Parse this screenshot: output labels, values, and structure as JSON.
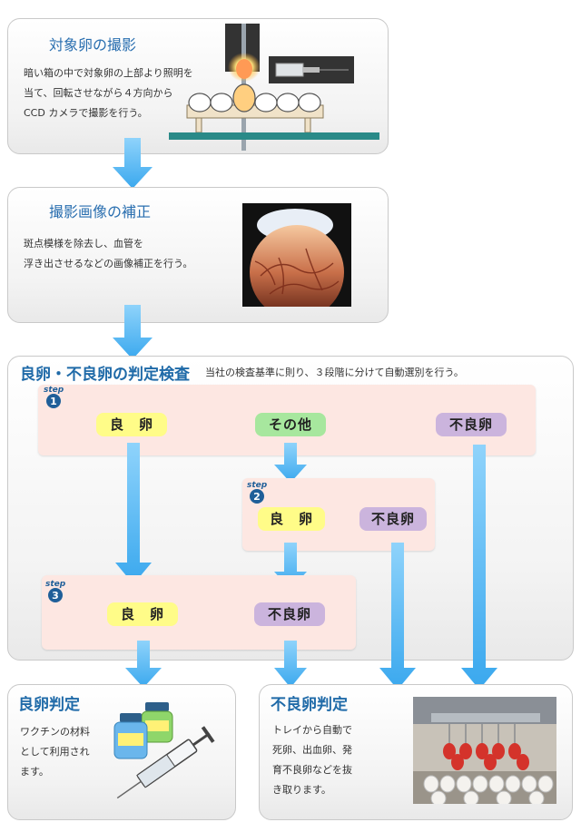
{
  "section1": {
    "title": "対象卵の撮影",
    "description": "暗い箱の中で対象卵の上部より照明を\n当て、回転させながら４方向から\nCCD カメラで撮影を行う。"
  },
  "section2": {
    "title": "撮影画像の補正",
    "description": "斑点模様を除去し、血管を\n浮き出させるなどの画像補正を行う。"
  },
  "section3": {
    "title": "良卵・不良卵の判定検査",
    "subtitle": "当社の検査基準に則り、３段階に分けて自動選別を行う。",
    "step_word": "step",
    "steps": [
      {
        "number": "1",
        "labels": [
          "良　卵",
          "その他",
          "不良卵"
        ]
      },
      {
        "number": "2",
        "labels": [
          "良　卵",
          "不良卵"
        ]
      },
      {
        "number": "3",
        "labels": [
          "良　卵",
          "不良卵"
        ]
      }
    ]
  },
  "good_result": {
    "title": "良卵判定",
    "description": "ワクチンの材料\nとして利用され\nます。"
  },
  "bad_result": {
    "title": "不良卵判定",
    "description": "トレイから自動で\n死卵、出血卵、発\n育不良卵などを抜\nき取ります。"
  },
  "colors": {
    "title_blue": "#2a6fb0",
    "arrow_blue": "#4fb4f0",
    "band_pink": "#fde7e2",
    "good_yellow": "#fffc88",
    "other_green": "#a7e79e",
    "bad_purple": "#cbb4dd",
    "step_navy": "#1f5f99"
  }
}
